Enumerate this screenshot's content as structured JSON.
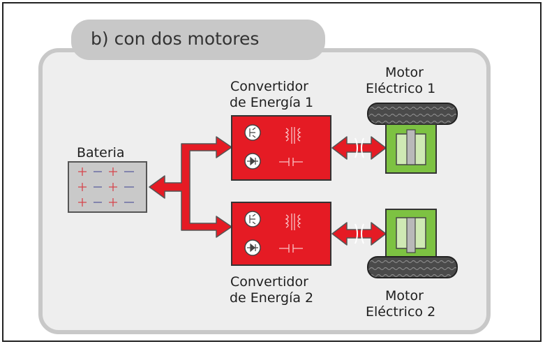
{
  "panel": {
    "title": "b) con dos motores"
  },
  "battery": {
    "label": "Bateria"
  },
  "converter_top": {
    "label_line1": "Convertidor",
    "label_line2": "de Energía 1"
  },
  "converter_bottom": {
    "label_line1": "Convertidor",
    "label_line2": "de Energía 2"
  },
  "motor_top": {
    "label_line1": "Motor",
    "label_line2": "Eléctrico 1"
  },
  "motor_bottom": {
    "label_line1": "Motor",
    "label_line2": "Eléctrico 2"
  },
  "colors": {
    "panel_background": "#eeeeee",
    "panel_border": "#c8c8c8",
    "converter": "#e51b24",
    "arrow": "#e51b24",
    "motor_body": "#7dc242",
    "wheel": "#4a4a4a",
    "battery": "#c9c9c9"
  },
  "icons": [
    "diode-icon",
    "transistor-icon",
    "transformer-icon",
    "capacitor-icon",
    "plus-sign",
    "minus-sign"
  ]
}
